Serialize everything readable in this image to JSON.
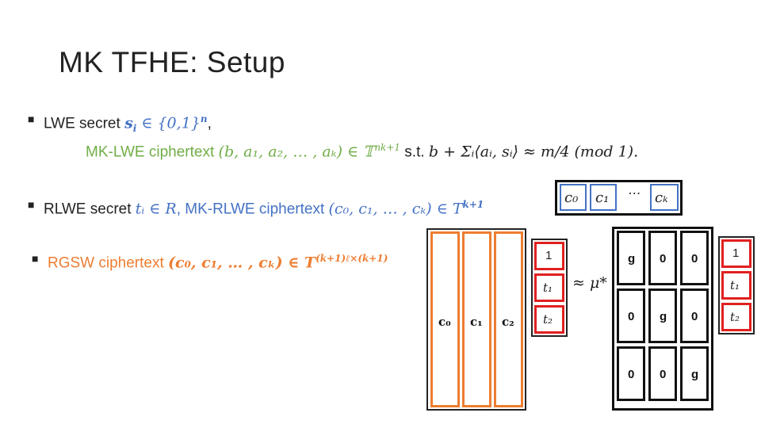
{
  "title": "MK TFHE: Setup",
  "bullets": {
    "b1_label": "LWE secret ",
    "b1_math": "s",
    "b1_sub": "i",
    "b1_rest": " ∈ {0,1}",
    "b1_sup": "n",
    "b1_comma": ",",
    "b1_line2_label": "MK-LWE ciphertext ",
    "b1_line2_math": "(b, a₁, a₂, … , aₖ) ∈ 𝕋",
    "b1_line2_sup": "nk+1",
    "b1_line2_st": " s.t. ",
    "b1_line2_cond": "b + Σᵢ⟨aᵢ, sᵢ⟩ ≈ m/4  (mod 1).",
    "b2_label": "RLWE secret ",
    "b2_math": "tᵢ ∈ R",
    "b2_mid": ", MK-RLWE ciphertext ",
    "b2_math2": "(c₀, c₁, … , cₖ) ∈ T",
    "b2_sup": "k+1",
    "b3_label": "RGSW ciphertext ",
    "b3_math": "(c₀, c₁, … , cₖ) ∈ T",
    "b3_sup": "(k+1)ℓ×(k+1)"
  },
  "rlwe_box": {
    "c0": "c₀",
    "c1": "c₁",
    "dots": "⋯",
    "ck": "cₖ"
  },
  "rgsw_matrix": {
    "columns": [
      "c₀",
      "c₁",
      "c₂"
    ]
  },
  "t_vector_left": [
    "1",
    "t₁",
    "t₂"
  ],
  "approx": "≈ μ*",
  "gadget_matrix": [
    [
      "g",
      "0",
      "0"
    ],
    [
      "0",
      "g",
      "0"
    ],
    [
      "0",
      "0",
      "g"
    ]
  ],
  "t_vector_right": [
    "1",
    "t₁",
    "t₂"
  ],
  "colors": {
    "green": "#70ad47",
    "blue": "#4472c4",
    "orange": "#ed7d31",
    "red": "#e02020"
  }
}
